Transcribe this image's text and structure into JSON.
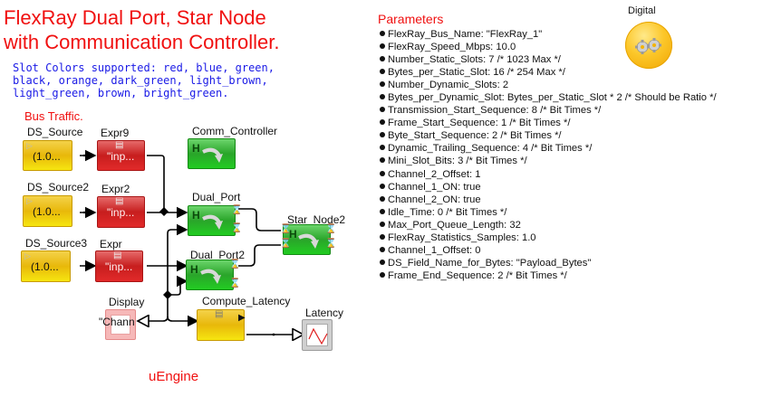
{
  "title": {
    "line1": "FlexRay Dual Port, Star Node",
    "line2": "with Communication Controller."
  },
  "slot_colors_note": "Slot Colors supported: red, blue, green,\nblack, orange, dark_green, light_brown,\nlight_green, brown, bright_green.",
  "bus_traffic_label": "Bus Traffic.",
  "engine_label": "uEngine",
  "digital": {
    "label": "Digital",
    "icon": "gears-icon"
  },
  "parameters": {
    "title": "Parameters",
    "items": [
      "FlexRay_Bus_Name: \"FlexRay_1\"",
      "FlexRay_Speed_Mbps: 10.0",
      "Number_Static_Slots: 7 /* 1023 Max */",
      "Bytes_per_Static_Slot: 16  /* 254 Max */",
      "Number_Dynamic_Slots: 2",
      "Bytes_per_Dynamic_Slot: Bytes_per_Static_Slot * 2 /* Should be Ratio */",
      "Transmission_Start_Sequence: 8 /* Bit Times */",
      "Frame_Start_Sequence: 1 /* Bit Times */",
      "Byte_Start_Sequence: 2 /* Bit Times */",
      "Dynamic_Trailing_Sequence: 4 /* Bit Times */",
      "Mini_Slot_Bits: 3 /* Bit Times */",
      "Channel_2_Offset: 1",
      "Channel_1_ON: true",
      "Channel_2_ON: true",
      "Idle_Time: 0 /* Bit Times */",
      "Max_Port_Queue_Length: 32",
      "FlexRay_Statistics_Samples: 1.0",
      "Channel_1_Offset: 0",
      "DS_Field_Name_for_Bytes: \"Payload_Bytes\"",
      "Frame_End_Sequence: 2 /* Bit Times */"
    ]
  },
  "blocks": {
    "ds_source": {
      "name": "DS_Source",
      "value": "(1.0..."
    },
    "ds_source2": {
      "name": "DS_Source2",
      "value": "(1.0..."
    },
    "ds_source3": {
      "name": "DS_Source3",
      "value": "(1.0..."
    },
    "expr9": {
      "name": "Expr9",
      "value": "\"inp..."
    },
    "expr2": {
      "name": "Expr2",
      "value": "\"inp..."
    },
    "expr": {
      "name": "Expr",
      "value": "\"inp..."
    },
    "comm_controller": {
      "name": "Comm_Controller",
      "glyph": "H"
    },
    "dual_port": {
      "name": "Dual_Port",
      "glyph": "H"
    },
    "dual_port2": {
      "name": "Dual_Port2",
      "glyph": "H"
    },
    "star_node2": {
      "name": "Star_Node2",
      "glyph": "H"
    },
    "display": {
      "name": "Display",
      "value": "\"Chann"
    },
    "compute_latency": {
      "name": "Compute_Latency"
    },
    "latency": {
      "name": "Latency"
    }
  },
  "colors": {
    "title_red": "#f01010",
    "note_blue": "#1a1ae6",
    "source_yellow": "#e8b80a",
    "expr_red": "#c71e1e",
    "node_green": "#2aa52a"
  }
}
